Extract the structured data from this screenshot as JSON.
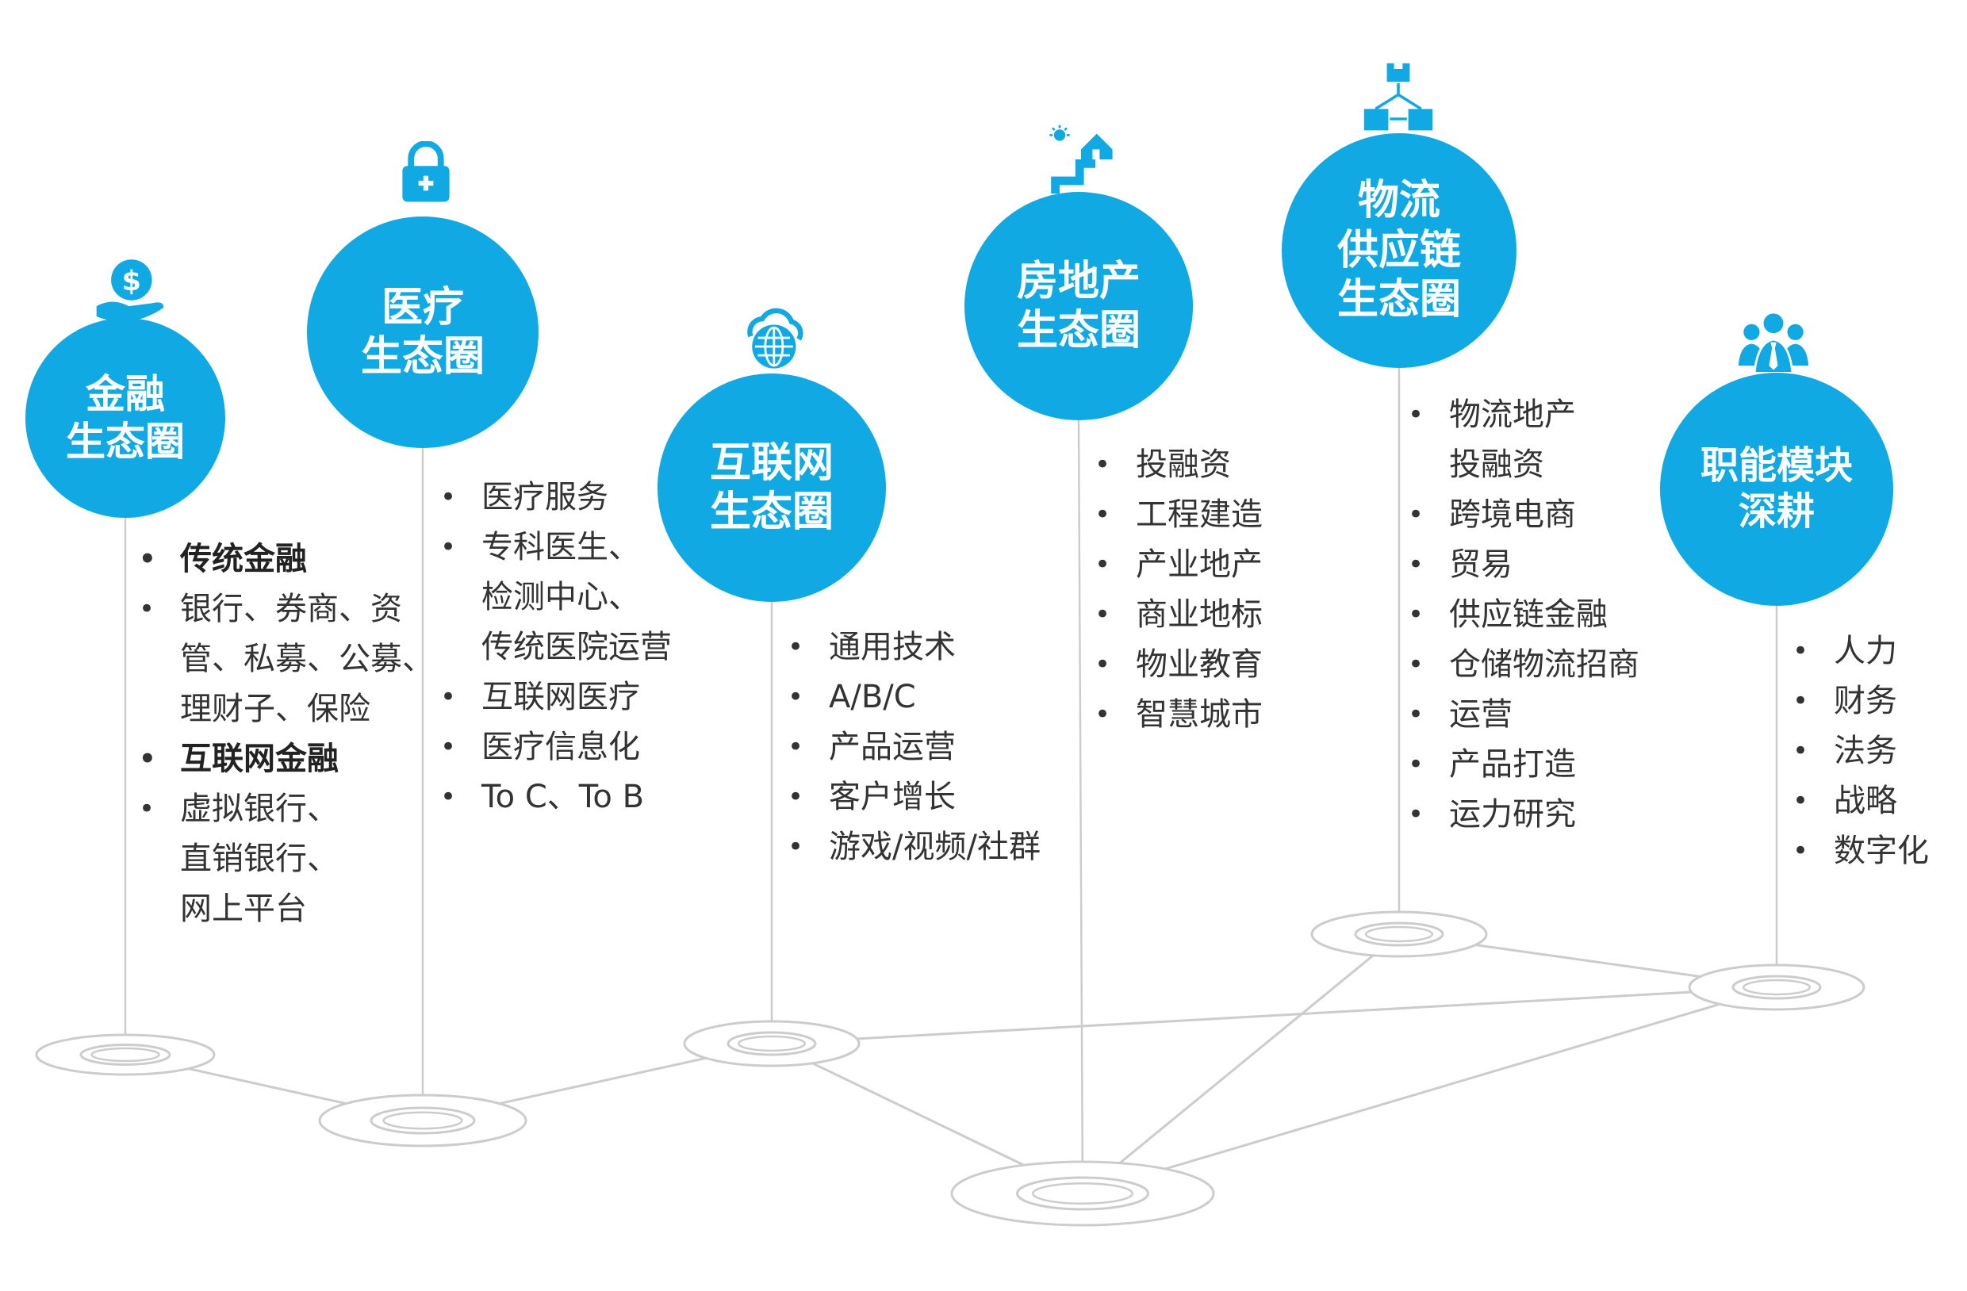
{
  "colors": {
    "circle_fill": "#10a9e3",
    "circle_text": "#ffffff",
    "icon": "#10a9e3",
    "line": "#cccccc",
    "item_text": "#333333"
  },
  "ecosystems": [
    {
      "id": "finance",
      "title": "金融\n生态圈",
      "icon": "money-hand-icon",
      "items": [
        {
          "text": "传统金融",
          "bold": true
        },
        {
          "text": "银行、券商、资\n管、私募、公募、\n理财子、保险",
          "bold": false
        },
        {
          "text": "互联网金融",
          "bold": true
        },
        {
          "text": "虚拟银行、\n直销银行、\n网上平台",
          "bold": false
        }
      ]
    },
    {
      "id": "medical",
      "title": "医疗\n生态圈",
      "icon": "medical-lock-icon",
      "items": [
        {
          "text": "医疗服务",
          "bold": false
        },
        {
          "text": "专科医生、\n检测中心、\n传统医院运营",
          "bold": false
        },
        {
          "text": "互联网医疗",
          "bold": false
        },
        {
          "text": "医疗信息化",
          "bold": false
        },
        {
          "text": "To C、To B",
          "bold": false
        }
      ]
    },
    {
      "id": "internet",
      "title": "互联网\n生态圈",
      "icon": "cloud-globe-icon",
      "items": [
        {
          "text": "通用技术",
          "bold": false
        },
        {
          "text": "A/B/C",
          "bold": false
        },
        {
          "text": "产品运营",
          "bold": false
        },
        {
          "text": "客户增长",
          "bold": false
        },
        {
          "text": "游戏/视频/社群",
          "bold": false
        }
      ]
    },
    {
      "id": "realestate",
      "title": "房地产\n生态圈",
      "icon": "house-road-icon",
      "items": [
        {
          "text": "投融资",
          "bold": false
        },
        {
          "text": "工程建造",
          "bold": false
        },
        {
          "text": "产业地产",
          "bold": false
        },
        {
          "text": "商业地标",
          "bold": false
        },
        {
          "text": "物业教育",
          "bold": false
        },
        {
          "text": "智慧城市",
          "bold": false
        }
      ]
    },
    {
      "id": "logistics",
      "title": "物流\n供应链\n生态圈",
      "icon": "supply-boxes-icon",
      "items": [
        {
          "text": "物流地产\n投融资",
          "bold": false
        },
        {
          "text": "跨境电商",
          "bold": false
        },
        {
          "text": "贸易",
          "bold": false
        },
        {
          "text": "供应链金融",
          "bold": false
        },
        {
          "text": "仓储物流招商",
          "bold": false
        },
        {
          "text": "运营",
          "bold": false
        },
        {
          "text": "产品打造",
          "bold": false
        },
        {
          "text": "运力研究",
          "bold": false
        }
      ]
    },
    {
      "id": "functions",
      "title": "职能模块\n深耕",
      "icon": "people-group-icon",
      "items": [
        {
          "text": "人力",
          "bold": false
        },
        {
          "text": "财务",
          "bold": false
        },
        {
          "text": "法务",
          "bold": false
        },
        {
          "text": "战略",
          "bold": false
        },
        {
          "text": "数字化",
          "bold": false
        }
      ]
    }
  ]
}
